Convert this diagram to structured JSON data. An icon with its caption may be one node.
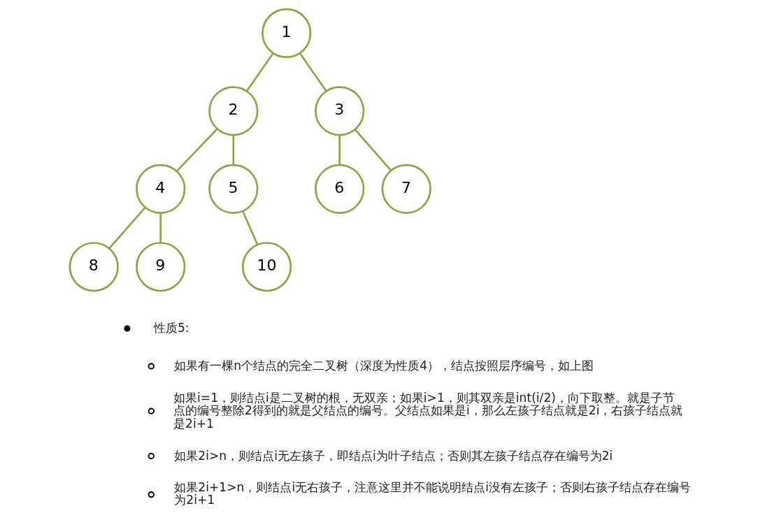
{
  "diagram": {
    "nodes": [
      {
        "text": [
          "1"
        ]
      },
      {
        "text": [
          "2"
        ]
      },
      {
        "text": [
          "3"
        ]
      },
      {
        "text": [
          "4"
        ]
      },
      {
        "text": [
          "5"
        ]
      },
      {
        "text": [
          "6"
        ]
      },
      {
        "text": [
          "7"
        ]
      },
      {
        "text": [
          "8"
        ]
      },
      {
        "text": [
          "9"
        ]
      },
      {
        "text": [
          "10"
        ]
      }
    ],
    "edges": [
      {
        "from": 0,
        "to": 1,
        "arrow": "none"
      },
      {
        "from": 0,
        "to": 2,
        "arrow": "none"
      },
      {
        "from": 1,
        "to": 3,
        "arrow": "none"
      },
      {
        "from": 1,
        "to": 4,
        "arrow": "none"
      },
      {
        "from": 2,
        "to": 5,
        "arrow": "none"
      },
      {
        "from": 2,
        "to": 6,
        "arrow": "none"
      },
      {
        "from": 3,
        "to": 7,
        "arrow": "none"
      },
      {
        "from": 3,
        "to": 8,
        "arrow": "none"
      },
      {
        "from": 4,
        "to": 9,
        "arrow": "none"
      }
    ],
    "labels": [
      "性质5:",
      "如果有一棵n个结点的完全二叉树（深度为性质4），结点按照层序编号，如上图",
      "如果i=1，则结点i是二叉树的根，无双亲；如果i>1，则其双亲是int(i/2)，向下取整。就是子节点的编号整除2得到的就是父结点的编号。父结点如果是i，那么左孩子结点就是2i，右孩子结点就是2i+1",
      "如果2i>n，则结点i无左孩子，即结点i为叶子结点；否则其左孩子结点存在编号为2i",
      "如果2i+1>n，则结点i无右孩子，注意这里并不能说明结点i没有左孩子；否则右孩子结点存在编号为2i+1"
    ]
  }
}
